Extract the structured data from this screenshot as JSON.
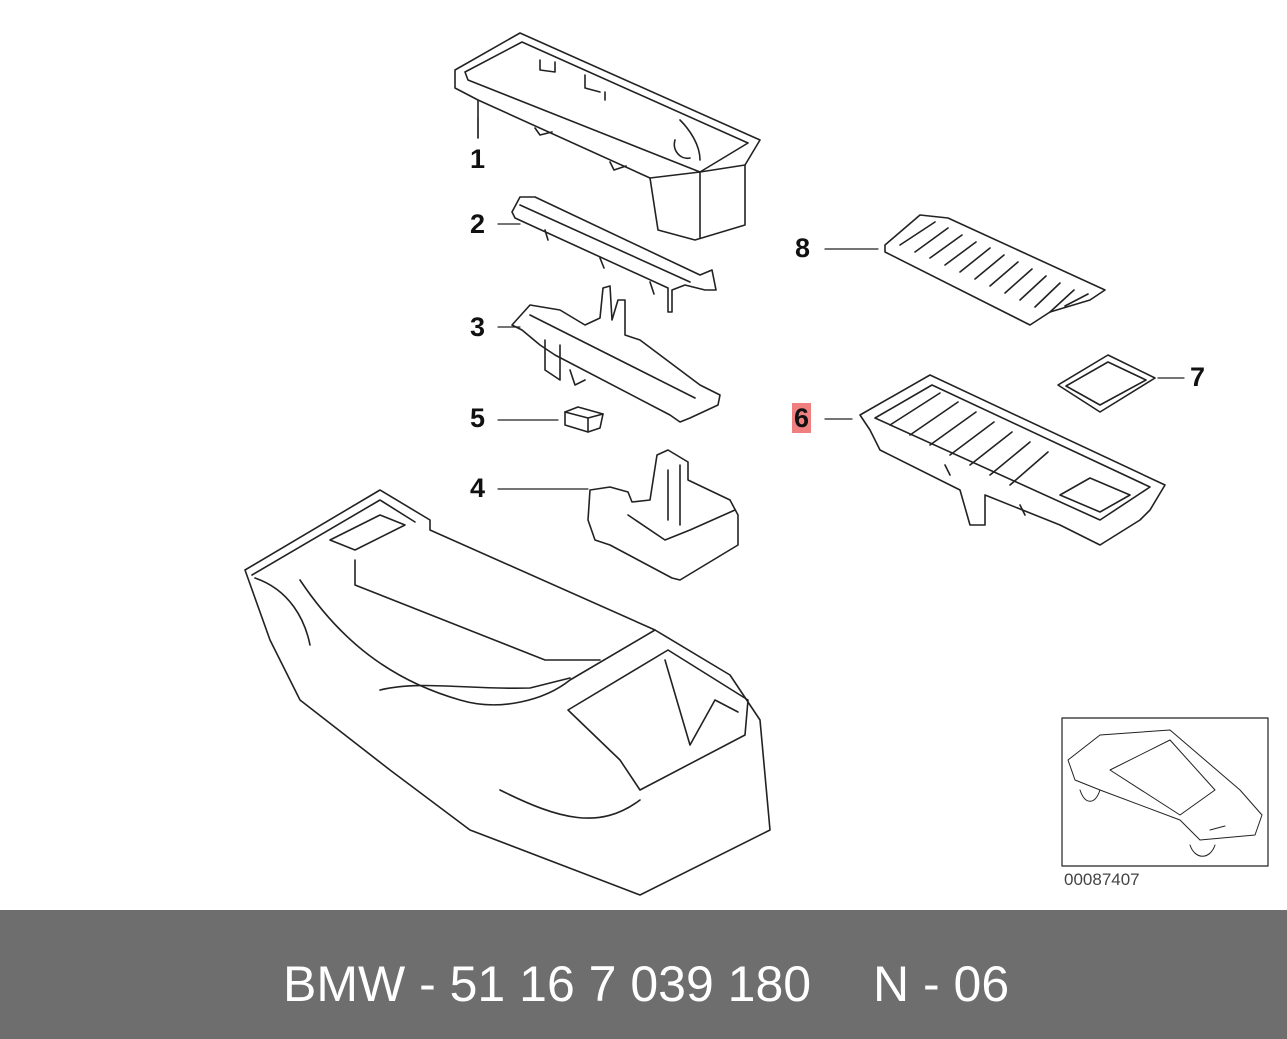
{
  "diagram": {
    "callouts": [
      {
        "id": "1",
        "label": "1",
        "highlighted": false
      },
      {
        "id": "2",
        "label": "2",
        "highlighted": false
      },
      {
        "id": "3",
        "label": "3",
        "highlighted": false
      },
      {
        "id": "4",
        "label": "4",
        "highlighted": false
      },
      {
        "id": "5",
        "label": "5",
        "highlighted": false
      },
      {
        "id": "6",
        "label": "6",
        "highlighted": true
      },
      {
        "id": "7",
        "label": "7",
        "highlighted": false
      },
      {
        "id": "8",
        "label": "8",
        "highlighted": false
      }
    ],
    "inset_reference": "00087407",
    "highlight_color": "#f08080",
    "line_color": "#222222"
  },
  "footer": {
    "part_text": "BMW - 51 16 7 039 180",
    "ref_text": "N - 06",
    "background_color": "#6e6e6e",
    "text_color": "#ffffff"
  }
}
